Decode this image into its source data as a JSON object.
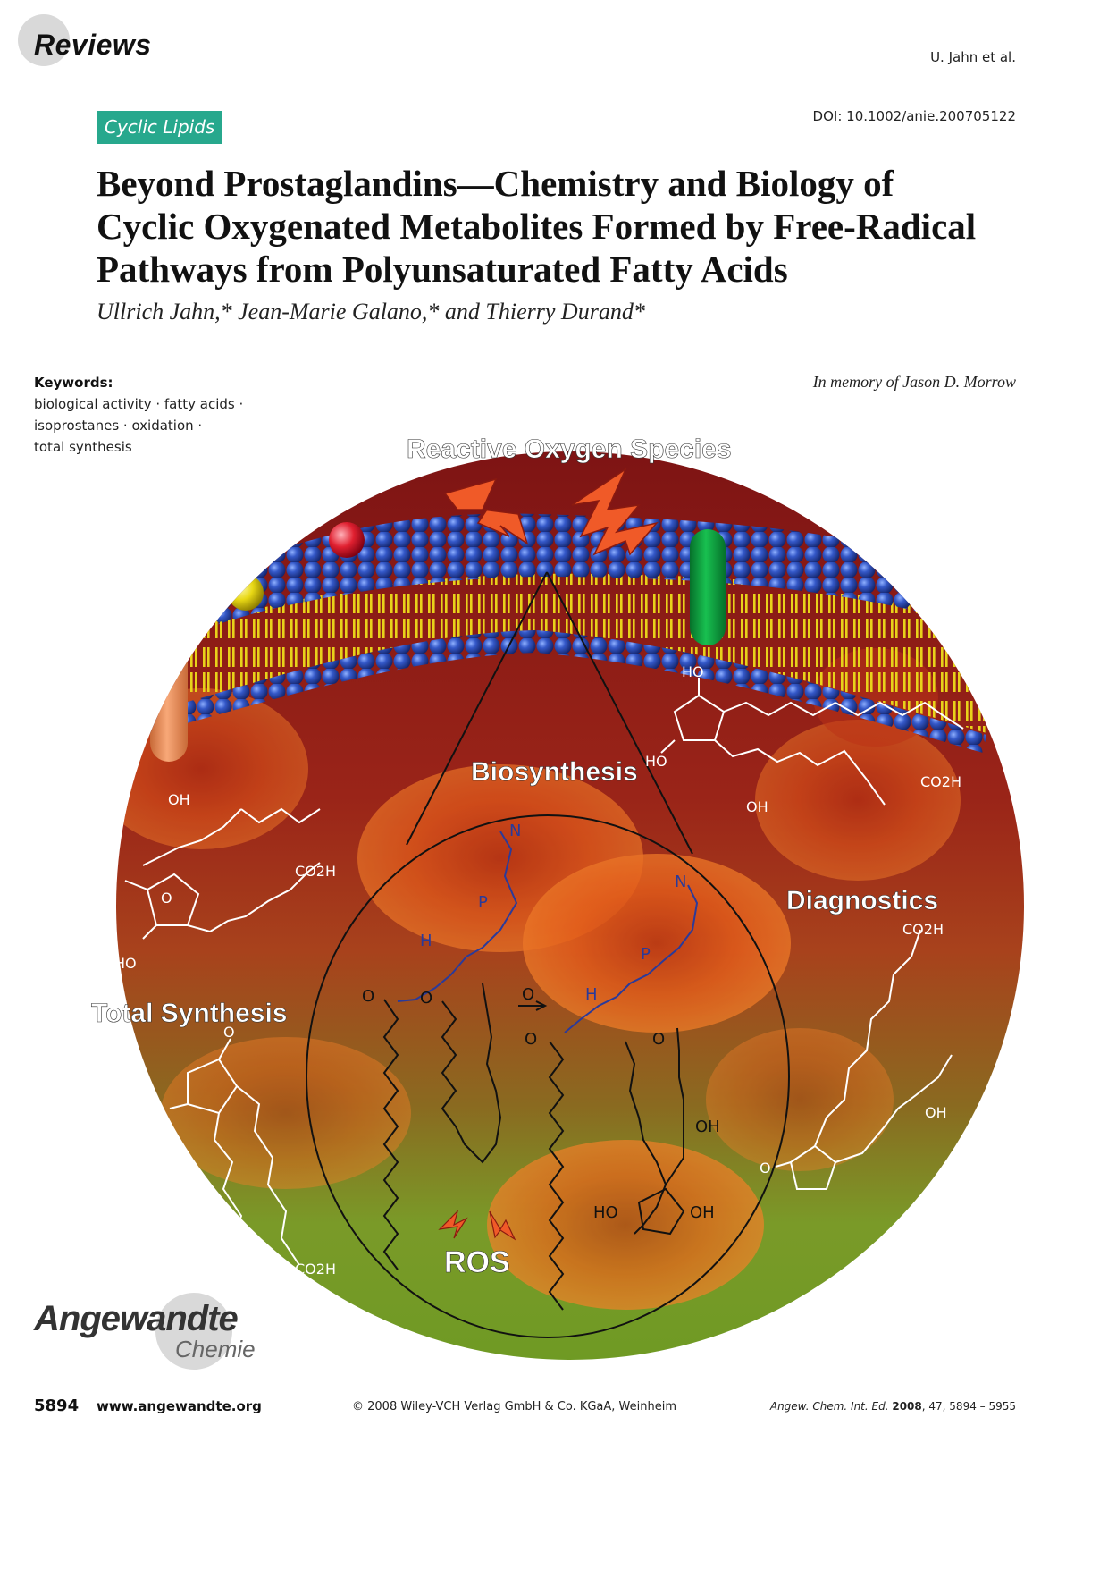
{
  "header": {
    "section_label": "Reviews",
    "running_authors": "U. Jahn et al.",
    "category_tag": "Cyclic Lipids",
    "doi": "DOI: 10.1002/anie.200705122"
  },
  "article": {
    "title_lines": [
      "Beyond Prostaglandins—Chemistry and Biology of",
      "Cyclic Oxygenated Metabolites Formed by Free-Radical",
      "Pathways from Polyunsaturated Fatty Acids"
    ],
    "authors": "Ullrich Jahn,* Jean-Marie Galano,* and Thierry Durand*"
  },
  "keywords": {
    "heading": "Keywords:",
    "lines": [
      "biological activity · fatty acids ·",
      "isoprostanes · oxidation ·",
      "total synthesis"
    ]
  },
  "dedication": "In memory of Jason D. Morrow",
  "figure": {
    "labels": {
      "ros_top": "Reactive Oxygen Species",
      "biosynthesis": "Biosynthesis",
      "diagnostics": "Diagnostics",
      "total_synthesis": "Total Synthesis",
      "ros": "ROS"
    },
    "chem_labels": {
      "oh": "OH",
      "ho": "HO",
      "co2h": "CO2H",
      "o": "O",
      "h": "H",
      "p": "P",
      "n": "N",
      "arrow_o": "O"
    },
    "colors": {
      "bg_top": "#8e1a1a",
      "bg_bottom": "#7aa62a",
      "head_blue": "#2c4fb5",
      "tail_yellow": "#e8d21a",
      "bolt": "#f05a28",
      "protein_green": "#0a9a3c",
      "protein_orange": "#f0955e",
      "ball_yellow": "#e8d814",
      "ball_red": "#e02030"
    }
  },
  "footer": {
    "logo_line1": "Angewandte",
    "logo_line2": "Chemie",
    "page_number": "5894",
    "website": "www.angewandte.org",
    "copyright": "© 2008 Wiley-VCH Verlag GmbH & Co. KGaA, Weinheim",
    "citation_journal": "Angew. Chem. Int. Ed.",
    "citation_year": "2008",
    "citation_rest": ", 47, 5894 – 5955"
  }
}
